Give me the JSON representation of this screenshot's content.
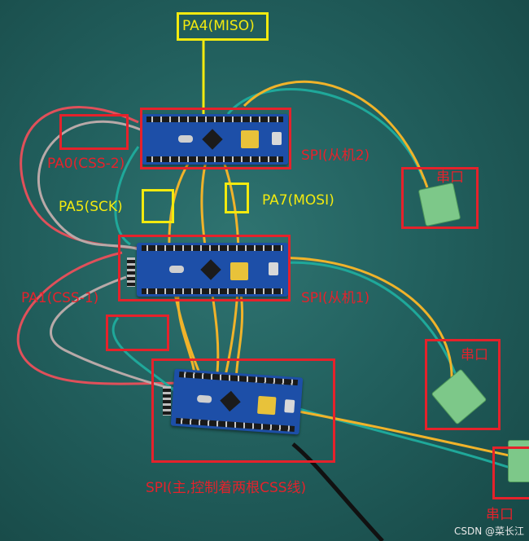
{
  "labels": {
    "pa4": "PA4(MISO)",
    "pa0": "PA0(CSS-2)",
    "spi_slave2": "SPI(从机2)",
    "pa5": "PA5(SCK)",
    "pa7": "PA7(MOSI)",
    "uart_1": "串口",
    "pa1": "PA1(CSS-1)",
    "spi_slave1": "SPI(从机1)",
    "uart_2": "串口",
    "spi_master": "SPI(主,控制着两根CSS线)",
    "uart_3": "串口"
  },
  "watermark": "CSDN @菜长江",
  "colors": {
    "annotation_red": "#e5222b",
    "annotation_yellow": "#f2ea0f",
    "wire_yellow": "#f0b32a",
    "wire_teal": "#1fa89a",
    "wire_gray": "#b8a9a8",
    "wire_red": "#e0505a",
    "board_blue": "#1d4fa8"
  }
}
